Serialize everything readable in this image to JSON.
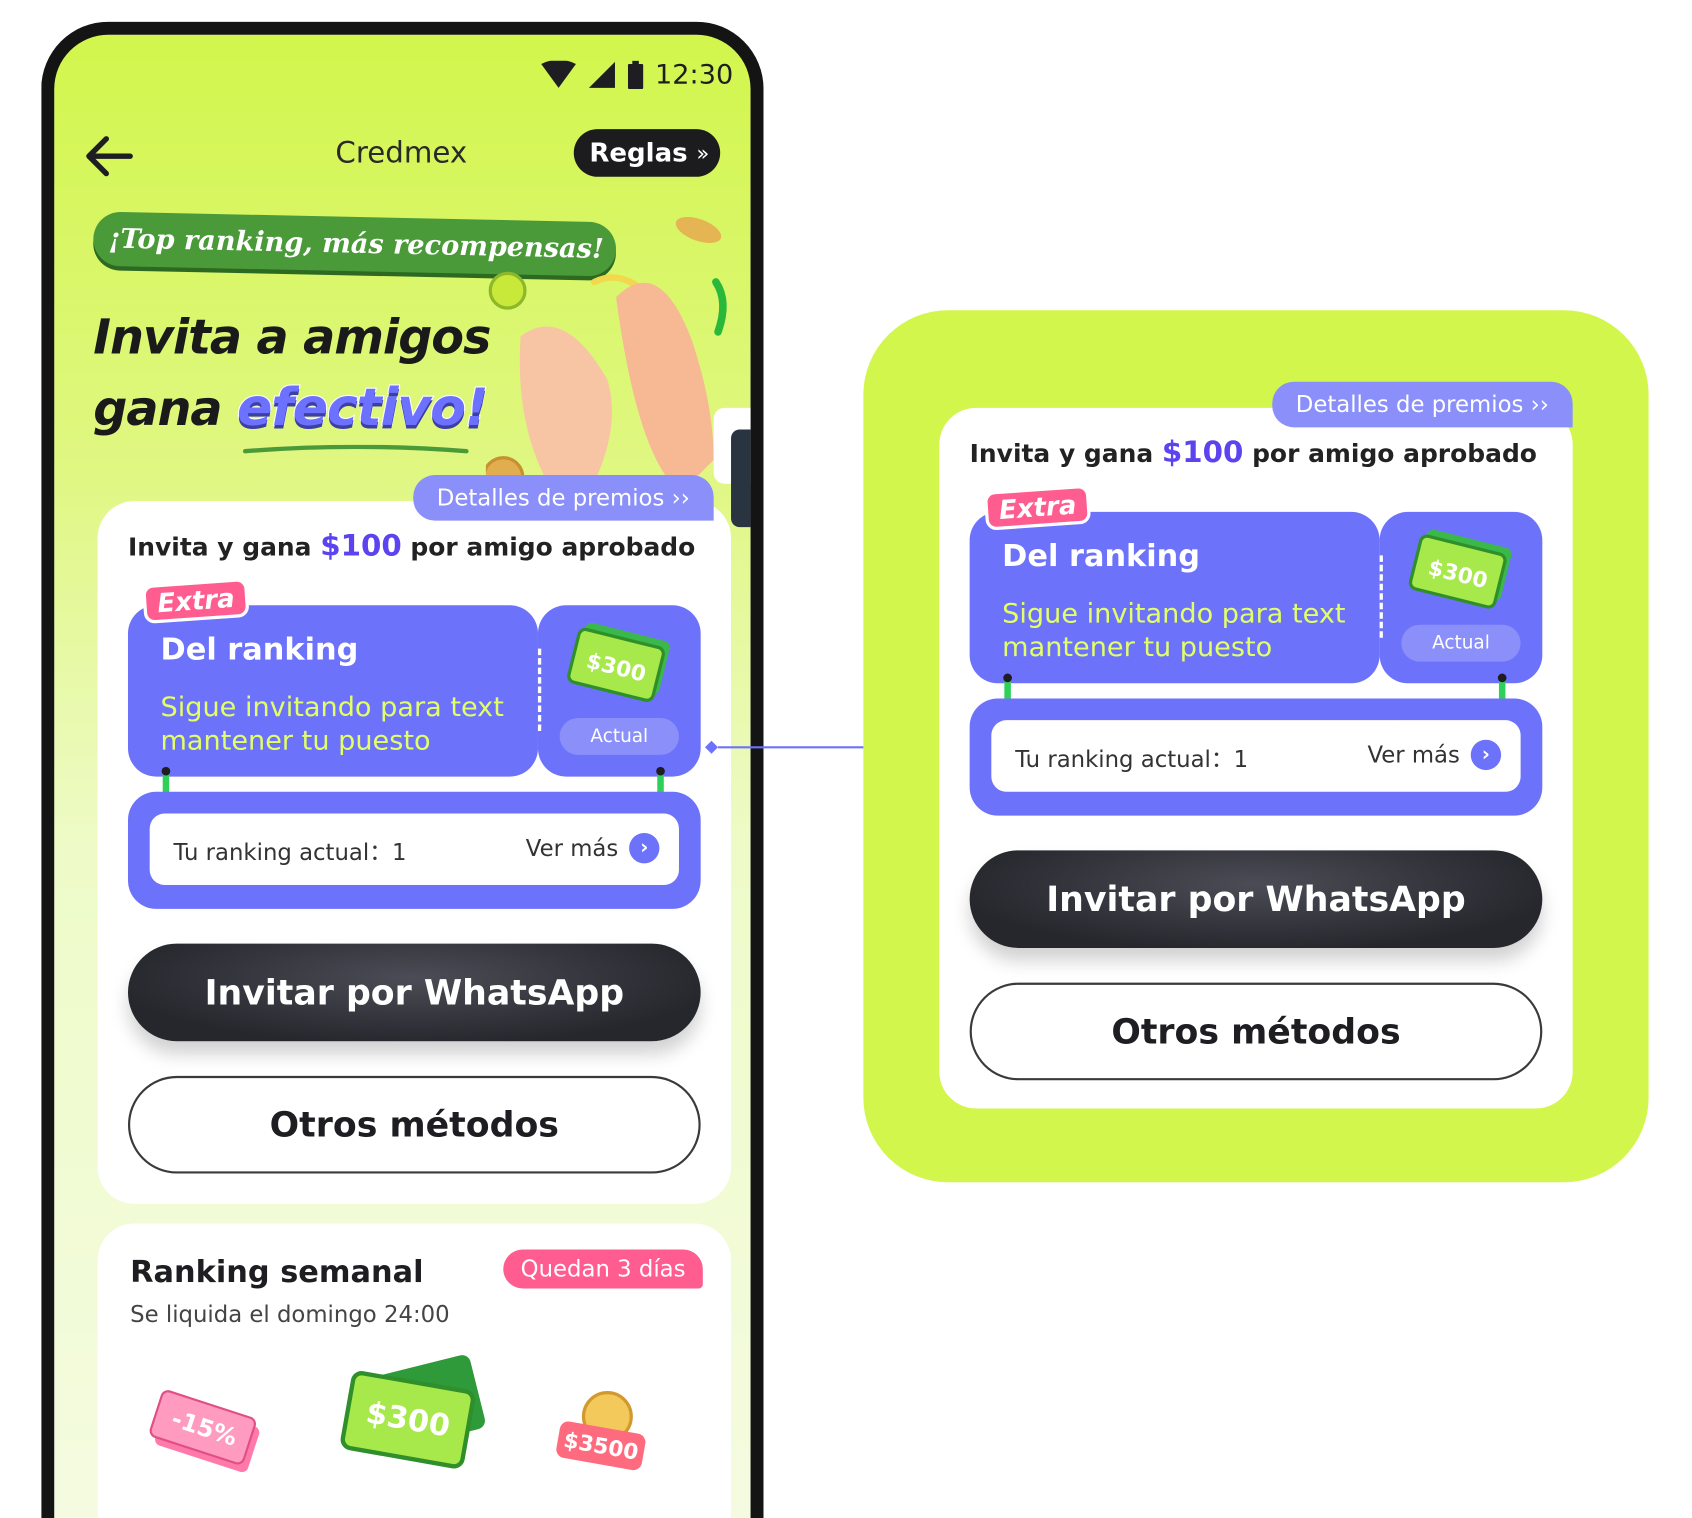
{
  "status": {
    "time": "12:30"
  },
  "app": {
    "title": "Credmex",
    "rules_label": "Reglas",
    "rules_chevron": "››"
  },
  "hero": {
    "banner": "¡Top ranking, más recompensas!",
    "line1": "Invita a amigos",
    "line2_prefix": "gana",
    "line2_highlight": "efectivo",
    "line2_suffix": "!"
  },
  "invite_card": {
    "prize_details": "Detalles de premios ››",
    "invite_prefix": "Invita y gana",
    "invite_amount": "$100",
    "invite_suffix": "por amigo aprobado",
    "extra_badge": "Extra",
    "ranking_title": "Del ranking",
    "ranking_desc": "Sigue invitando para text mantener tu puesto",
    "prize_amount": "$300",
    "actual_label": "Actual",
    "current_rank": "Tu ranking actual：1",
    "see_more": "Ver más",
    "see_more_chevron": "›",
    "whatsapp_button": "Invitar por WhatsApp",
    "other_button": "Otros métodos"
  },
  "weekly": {
    "title": "Ranking semanal",
    "subtitle": "Se liquida el domingo 24:00",
    "days_badge": "Quedan 3 días",
    "rewards": [
      "-15%",
      "$300",
      "$3500"
    ]
  },
  "colors": {
    "lime": "#d2f64c",
    "purple": "#6d72fb",
    "pink": "#ff5d8f",
    "dark": "#26272d"
  }
}
